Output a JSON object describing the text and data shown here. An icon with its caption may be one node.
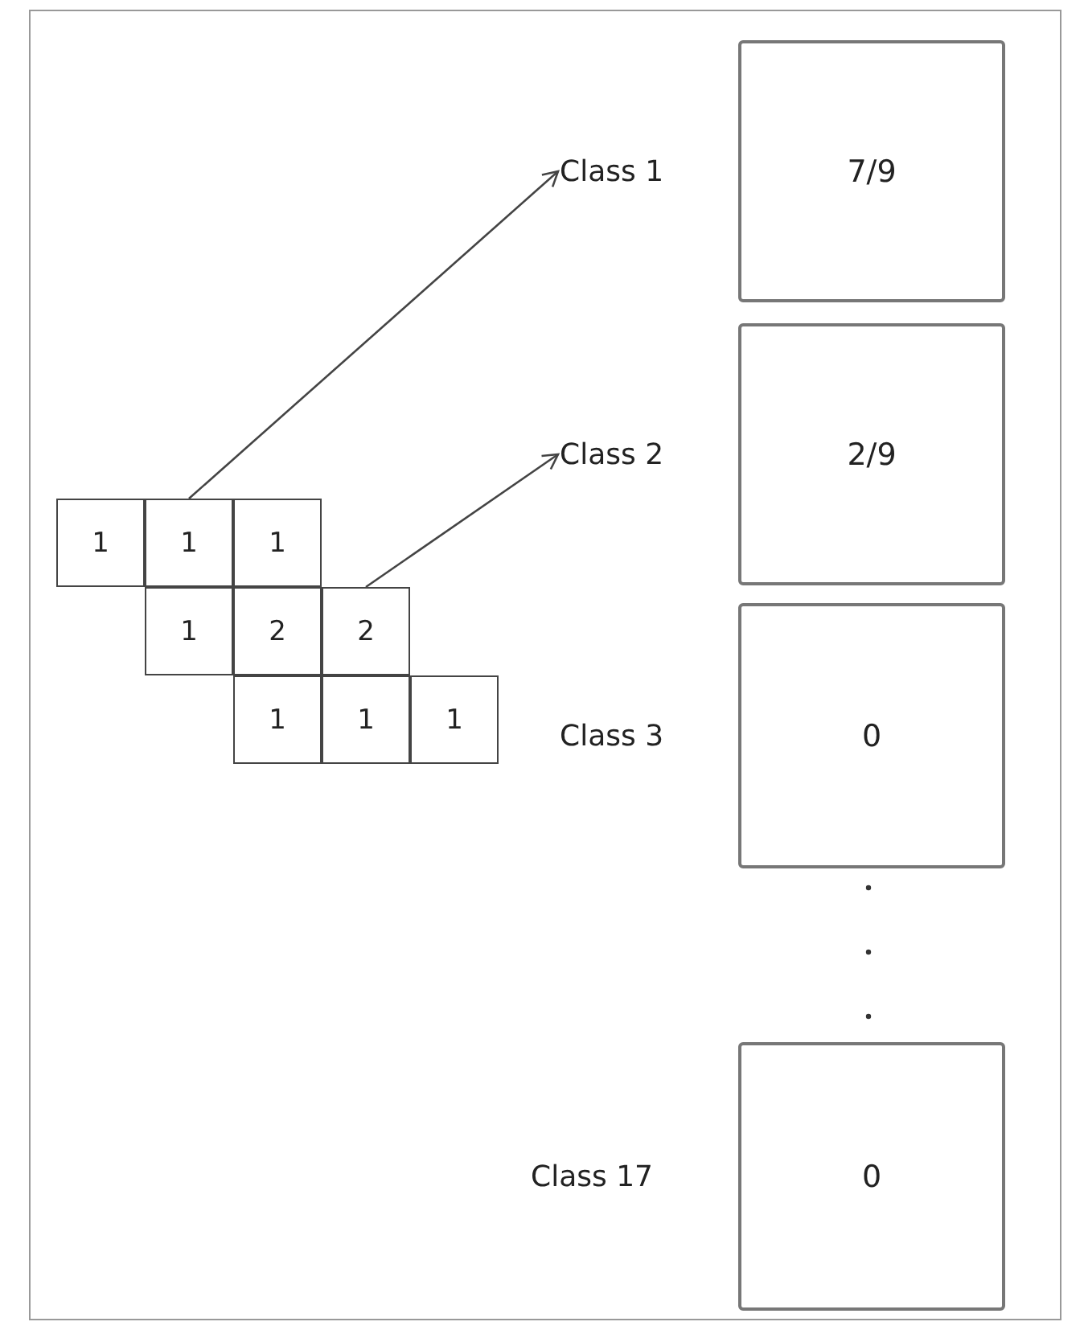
{
  "diagram": {
    "nodes": [
      {
        "text": [
          "1"
        ]
      },
      {
        "text": [
          "1"
        ]
      },
      {
        "text": [
          "1"
        ]
      },
      {
        "text": [
          "1"
        ]
      },
      {
        "text": [
          "2"
        ]
      },
      {
        "text": [
          "2"
        ]
      },
      {
        "text": [
          "1"
        ]
      },
      {
        "text": [
          "1"
        ]
      },
      {
        "text": [
          "1"
        ]
      },
      {
        "text": [
          "Class 1",
          "7/9"
        ]
      },
      {
        "text": [
          "Class 2",
          "2/9"
        ]
      },
      {
        "text": [
          "Class 3",
          "0"
        ]
      },
      {
        "text": [
          "Class 17",
          "0"
        ]
      }
    ],
    "edges": [
      {
        "from": 1,
        "to": 9,
        "arrow": "to"
      },
      {
        "from": 5,
        "to": 10,
        "arrow": "to"
      }
    ]
  }
}
